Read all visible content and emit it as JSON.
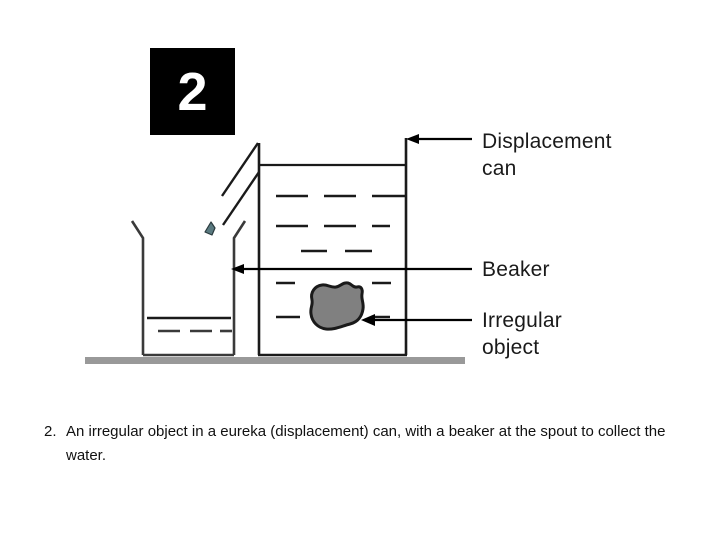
{
  "figure": {
    "step_badge": {
      "number": "2",
      "background_color": "#000000",
      "text_color": "#ffffff"
    },
    "callouts": [
      {
        "id": "displacement-can",
        "label": "Displacement\ncan",
        "arrow": "left-pointing-arrow"
      },
      {
        "id": "beaker",
        "label": "Beaker",
        "arrow": "left-pointing-arrow"
      },
      {
        "id": "irregular-object",
        "label": "Irregular\nobject",
        "arrow": "left-pointing-arrow"
      }
    ],
    "apparatus": {
      "displacement_can": "displacement-can-shape",
      "beaker": "beaker-shape",
      "spout": "spout-shape",
      "water_droplet": "water-droplet-icon",
      "irregular_object": "irregular-object-shape",
      "table_surface": "table-surface-bar"
    },
    "colors": {
      "outline": "#1a1a1a",
      "water_line": "#1a1a1a",
      "object_fill": "#808080",
      "object_stroke": "#1a1a1a",
      "table": "#999999",
      "background": "#ffffff"
    }
  },
  "caption": {
    "marker": "2.",
    "text": "An irregular object in a eureka (displacement) can, with a beaker at the spout to collect the water."
  }
}
